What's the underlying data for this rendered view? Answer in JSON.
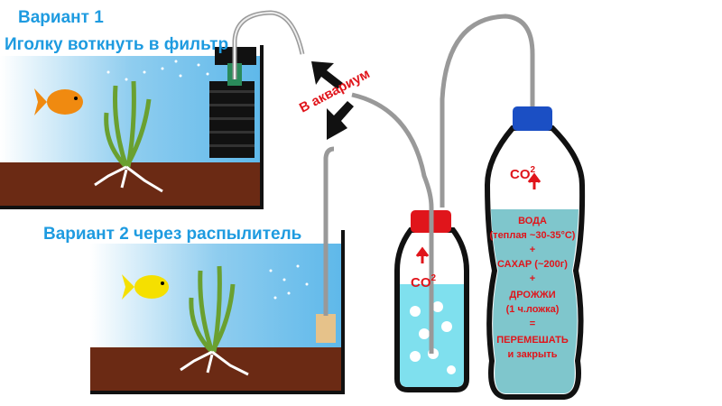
{
  "variant1": {
    "title": "Вариант  1",
    "subtitle": "Иголку воткнуть в фильтр"
  },
  "variant2": {
    "title": "Вариант  2 через распылитель"
  },
  "arrow_label": "В  аквариум",
  "co2_label": "CO",
  "co2_sup": "2",
  "recipe": [
    "ВОДА",
    "(теплая ~30-35°C)",
    "+",
    "САХАР (~200г)",
    "+",
    "ДРОЖЖИ",
    "(1 ч.ложка)",
    "=",
    "ПЕРЕМЕШАТЬ",
    "и закрыть"
  ],
  "colors": {
    "title": "#1e9be0",
    "text_red": "#e0151b",
    "water": "#7fc6cc",
    "cap_red": "#e0151b",
    "cap_blue": "#1b4fc4",
    "substrate": "#6b2a14"
  }
}
